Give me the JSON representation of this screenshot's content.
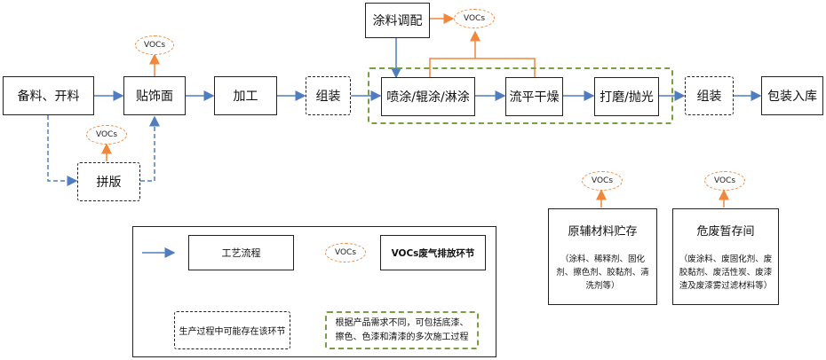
{
  "nodes": {
    "prep": "备料、开料",
    "veneer": "贴饰面",
    "machining": "加工",
    "assembly1": "组装",
    "spray": "喷涂/辊涂/淋涂",
    "leveling": "流平干燥",
    "polish": "打磨/抛光",
    "assembly2": "组装",
    "package": "包装入库",
    "paint_mix": "涂料调配",
    "splice": "拼版"
  },
  "voc_label": "VOCs",
  "storage": {
    "raw": {
      "title": "原辅材料贮存",
      "detail": "（涂料、稀释剂、固化剂、擦色剂、胶黏剂、清洗剂等）"
    },
    "hazard": {
      "title": "危废暂存间",
      "detail": "（废涂料、废固化剂、废胶黏剂、废活性炭、废漆渣及废漆雾过滤材料等）"
    }
  },
  "legend": {
    "flow_label": "工艺流程",
    "voc_sample": "VOCs",
    "voc_desc": "VOCs废气排放环节",
    "dashed_desc": "生产过程中可能存在该环节",
    "green_desc": "根据产品需求不同，可包括底漆、擦色、色漆和清漆的多次施工过程"
  },
  "colors": {
    "flow": "#4f7ec0",
    "voc": "#f0873a",
    "green": "#78a040",
    "border": "#222222"
  }
}
